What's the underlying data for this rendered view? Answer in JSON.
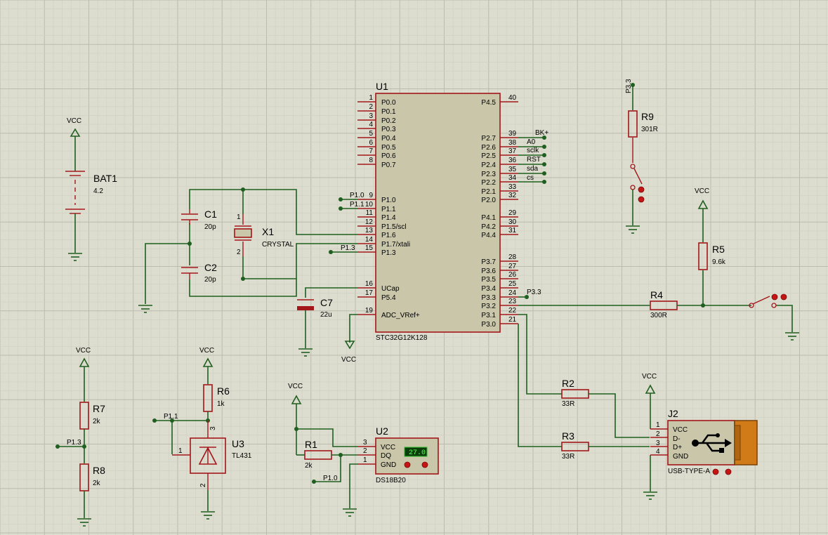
{
  "power": {
    "vcc": "VCC"
  },
  "u1": {
    "ref": "U1",
    "part": "STC32G12K128",
    "left_pins": [
      {
        "num": "1",
        "name": "P0.0"
      },
      {
        "num": "2",
        "name": "P0.1"
      },
      {
        "num": "3",
        "name": "P0.2"
      },
      {
        "num": "4",
        "name": "P0.3"
      },
      {
        "num": "5",
        "name": "P0.4"
      },
      {
        "num": "6",
        "name": "P0.5"
      },
      {
        "num": "7",
        "name": "P0.6"
      },
      {
        "num": "8",
        "name": "P0.7"
      },
      {
        "num": "9",
        "name": "P1.0"
      },
      {
        "num": "10",
        "name": "P1.1"
      },
      {
        "num": "11",
        "name": "P1.4"
      },
      {
        "num": "12",
        "name": "P1.5/scl"
      },
      {
        "num": "13",
        "name": "P1.6"
      },
      {
        "num": "14",
        "name": "P1.7/xtali"
      },
      {
        "num": "15",
        "name": "P1.3"
      },
      {
        "num": "16",
        "name": "UCap"
      },
      {
        "num": "17",
        "name": "P5.4"
      },
      {
        "num": "19",
        "name": "ADC_VRef+"
      }
    ],
    "right_pins": [
      {
        "num": "40",
        "name": "P4.5"
      },
      {
        "num": "39",
        "name": "P2.7"
      },
      {
        "num": "38",
        "name": "P2.6"
      },
      {
        "num": "37",
        "name": "P2.5"
      },
      {
        "num": "36",
        "name": "P2.4"
      },
      {
        "num": "35",
        "name": "P2.3"
      },
      {
        "num": "34",
        "name": "P2.2"
      },
      {
        "num": "33",
        "name": "P2.1"
      },
      {
        "num": "32",
        "name": "P2.0"
      },
      {
        "num": "29",
        "name": "P4.1"
      },
      {
        "num": "30",
        "name": "P4.2"
      },
      {
        "num": "31",
        "name": "P4.4"
      },
      {
        "num": "28",
        "name": "P3.7"
      },
      {
        "num": "27",
        "name": "P3.6"
      },
      {
        "num": "26",
        "name": "P3.5"
      },
      {
        "num": "25",
        "name": "P3.4"
      },
      {
        "num": "24",
        "name": "P3.3"
      },
      {
        "num": "23",
        "name": "P3.2"
      },
      {
        "num": "22",
        "name": "P3.1"
      },
      {
        "num": "21",
        "name": "P3.0"
      }
    ],
    "net_labels": {
      "bk": "BK+",
      "a0": "A0",
      "sclk": "sclk",
      "rst": "RST",
      "sda": "sda",
      "cs": "cs",
      "p33": "P3.3",
      "p10": "P1.0",
      "p11": "P1.1",
      "p13": "P1.3"
    }
  },
  "bat1": {
    "ref": "BAT1",
    "value": "4.2"
  },
  "c1": {
    "ref": "C1",
    "value": "20p"
  },
  "c2": {
    "ref": "C2",
    "value": "20p"
  },
  "x1": {
    "ref": "X1",
    "value": "CRYSTAL"
  },
  "c7": {
    "ref": "C7",
    "value": "22u"
  },
  "r9": {
    "ref": "R9",
    "value": "301R",
    "net": "P3.3"
  },
  "r5": {
    "ref": "R5",
    "value": "9.6k"
  },
  "r4": {
    "ref": "R4",
    "value": "300R"
  },
  "r7": {
    "ref": "R7",
    "value": "2k"
  },
  "r8": {
    "ref": "R8",
    "value": "2k",
    "net": "P1.3"
  },
  "r6": {
    "ref": "R6",
    "value": "1k"
  },
  "u3": {
    "ref": "U3",
    "value": "TL431",
    "net": "P1.1",
    "pins": {
      "p1": "1",
      "p2": "2",
      "p3": "3"
    }
  },
  "r1": {
    "ref": "R1",
    "value": "2k"
  },
  "u2": {
    "ref": "U2",
    "value": "DS18B20",
    "display": "27.0",
    "net": "P1.0",
    "pins": [
      {
        "num": "3",
        "name": "VCC"
      },
      {
        "num": "2",
        "name": "DQ"
      },
      {
        "num": "1",
        "name": "GND"
      }
    ]
  },
  "r2": {
    "ref": "R2",
    "value": "33R"
  },
  "r3": {
    "ref": "R3",
    "value": "33R"
  },
  "j2": {
    "ref": "J2",
    "value": "USB-TYPE-A",
    "pins": [
      {
        "num": "1",
        "name": "VCC"
      },
      {
        "num": "2",
        "name": "D-"
      },
      {
        "num": "3",
        "name": "D+"
      },
      {
        "num": "4",
        "name": "GND"
      }
    ]
  },
  "pin_numbers": {
    "one": "1",
    "two": "2"
  }
}
